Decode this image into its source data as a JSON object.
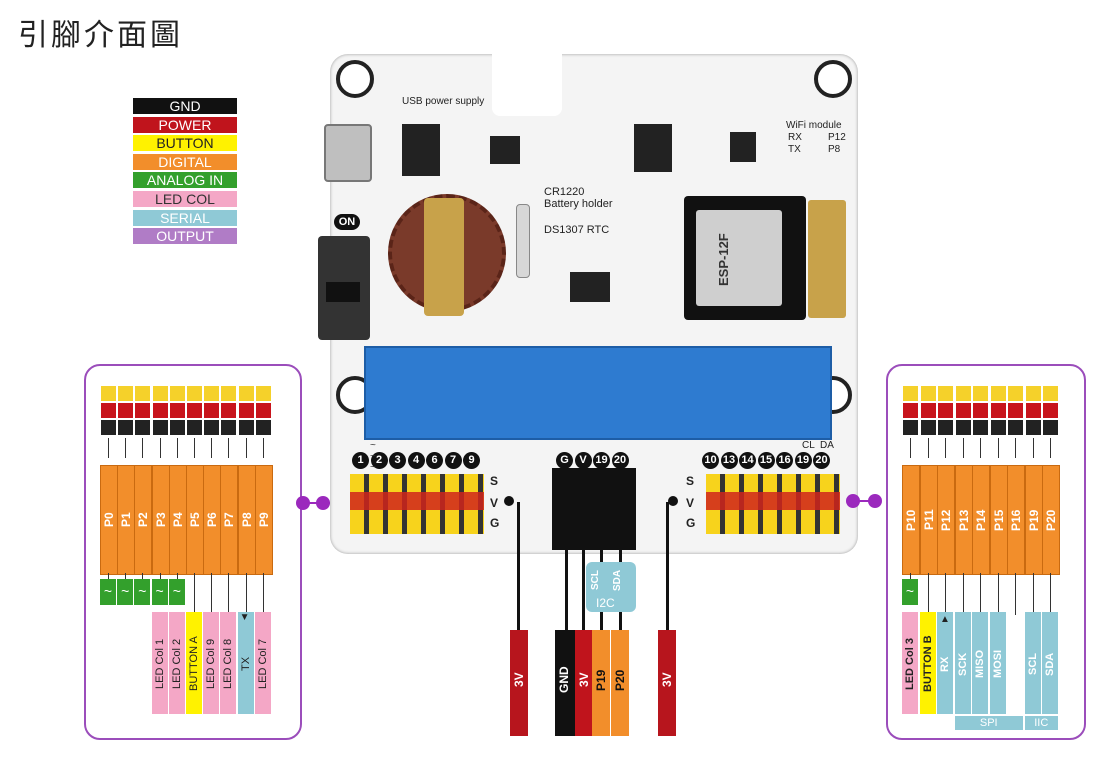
{
  "title": "引腳介面圖",
  "legend": [
    {
      "label": "GND",
      "color": "#111111",
      "text": "#ffffff"
    },
    {
      "label": "POWER",
      "color": "#c0141c",
      "text": "#ffffff"
    },
    {
      "label": "BUTTON",
      "color": "#fff200",
      "text": "#222222"
    },
    {
      "label": "DIGITAL",
      "color": "#f28e2b",
      "text": "#ffffff"
    },
    {
      "label": "ANALOG IN",
      "color": "#33a02c",
      "text": "#ffffff"
    },
    {
      "label": "LED COL",
      "color": "#f4a7c6",
      "text": "#333333"
    },
    {
      "label": "SERIAL",
      "color": "#8fc9d6",
      "text": "#ffffff"
    },
    {
      "label": "OUTPUT",
      "color": "#b07cc6",
      "text": "#ffffff"
    }
  ],
  "board": {
    "usb": "USB power supply",
    "on": "ON",
    "battery1": "CR1220",
    "battery2": "Battery holder",
    "rtc": "DS1307 RTC",
    "wifi": "WiFi module",
    "rx": "RX",
    "tx": "TX",
    "p12": "P12",
    "p8": "P8",
    "esp": "ESP-12F",
    "left_header": [
      "1",
      "2",
      "3",
      "4",
      "6",
      "7",
      "9"
    ],
    "left_tilde": "~ ~ ~ ~ ~",
    "mid_header": [
      "G",
      "V",
      "19",
      "20"
    ],
    "right_header": [
      "10",
      "13",
      "14",
      "15",
      "16",
      "19",
      "20"
    ],
    "cl": "CL",
    "da": "DA",
    "s": "S",
    "v": "V",
    "g": "G"
  },
  "left_panel": {
    "pins": [
      "P0",
      "P1",
      "P2",
      "P3",
      "P4",
      "P5",
      "P6",
      "P7",
      "P8",
      "P9"
    ],
    "analog": [
      "~",
      "~",
      "~",
      "~",
      "~"
    ],
    "funcs": [
      "LED Col 1",
      "LED Col 2",
      "BUTTON A",
      "LED Col 9",
      "LED Col 8",
      "TX",
      "LED Col 7"
    ],
    "tx_arrow": "▼"
  },
  "right_panel": {
    "pins": [
      "P10",
      "P11",
      "P12",
      "P13",
      "P14",
      "P15",
      "P16",
      "P19",
      "P20"
    ],
    "analog": [
      "~"
    ],
    "funcs": [
      "LED Col 3",
      "BUTTON B",
      "RX",
      "SCK",
      "MISO",
      "MOSI",
      "SCL",
      "SDA"
    ],
    "rx_arrow": "▲",
    "spi": "SPI",
    "iic": "IIC"
  },
  "mid": {
    "scl": "SCL",
    "sda": "SDA",
    "i2c": "I2C",
    "flags": [
      "3V",
      "GND",
      "3V",
      "P19",
      "P20",
      "3V"
    ]
  }
}
